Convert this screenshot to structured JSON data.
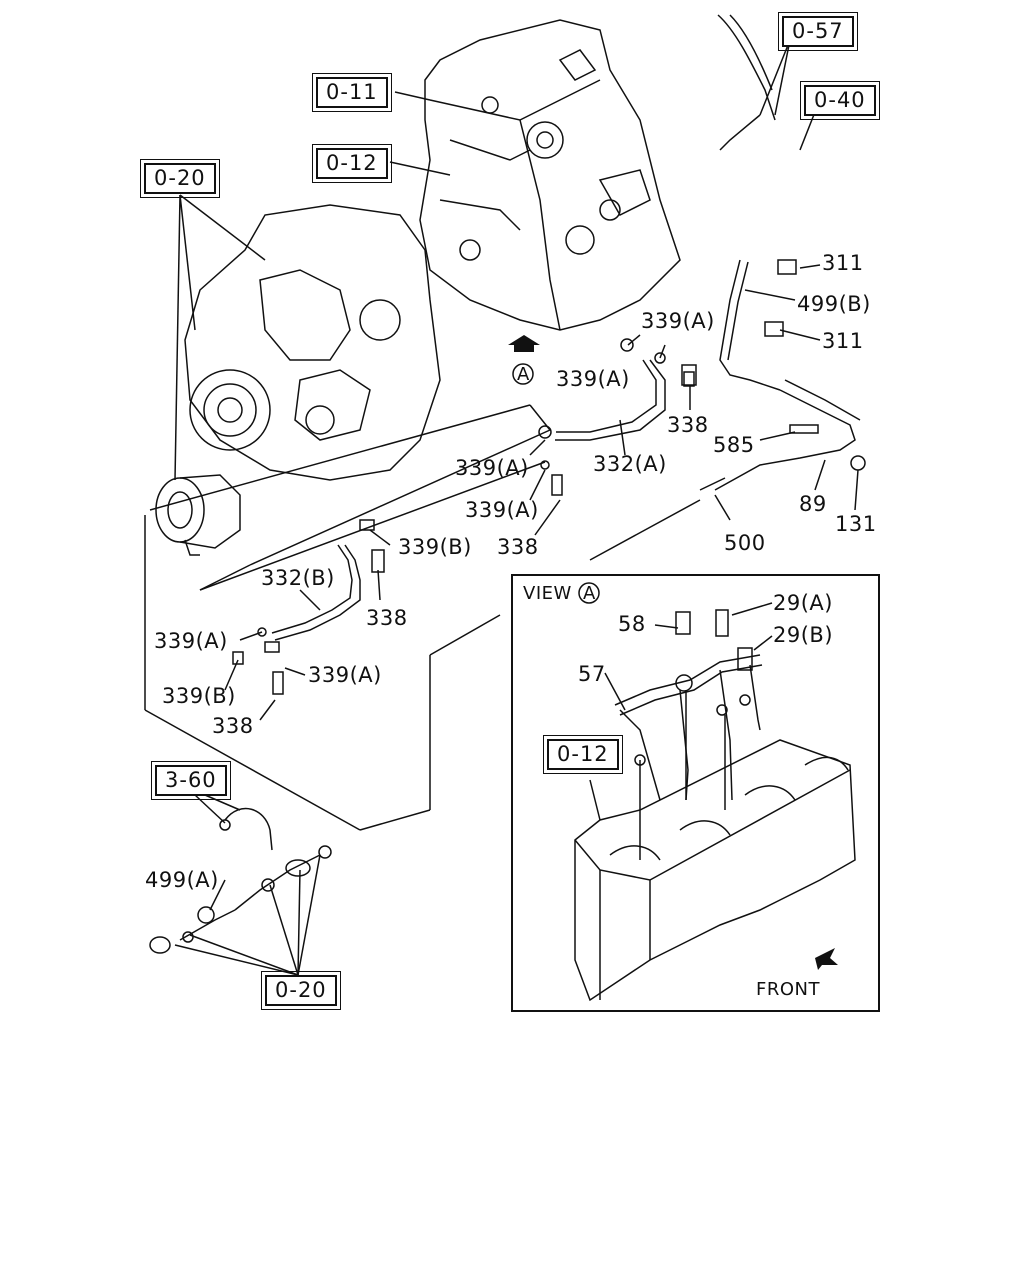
{
  "boxed_refs": {
    "ref_0_57": "0-57",
    "ref_0_11": "0-11",
    "ref_0_40": "0-40",
    "ref_0_12": "0-12",
    "ref_0_20_top": "0-20",
    "ref_3_60": "3-60",
    "ref_0_20_bottom": "0-20",
    "ref_0_12_view": "0-12"
  },
  "part_labels": {
    "p311_top": "311",
    "p499b": "499(B)",
    "p311_mid": "311",
    "p339a_1": "339(A)",
    "p339a_2": "339(A)",
    "p338_1": "338",
    "p585": "585",
    "p332a": "332(A)",
    "p339a_3": "339(A)",
    "p89": "89",
    "p131": "131",
    "p339a_4": "339(A)",
    "p338_2": "338",
    "p500": "500",
    "p339b_1": "339(B)",
    "p332b": "332(B)",
    "p338_3": "338",
    "p339a_5": "339(A)",
    "p339a_6": "339(A)",
    "p339b_2": "339(B)",
    "p338_4": "338",
    "p499a": "499(A)"
  },
  "view_a": {
    "title": "VIEW",
    "marker": "A",
    "p58": "58",
    "p29a": "29(A)",
    "p29b": "29(B)",
    "p57": "57",
    "front": "FRONT"
  },
  "markers": {
    "arrow_a": "A"
  }
}
